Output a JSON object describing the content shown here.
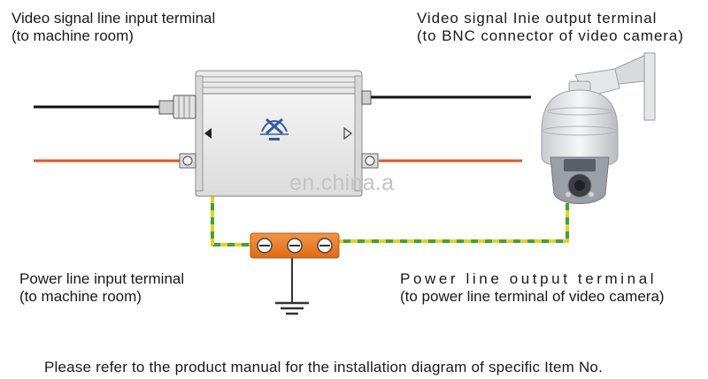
{
  "labels": {
    "video_input": {
      "line1": "Video signal line input terminal",
      "line2": "(to machine room)"
    },
    "video_output": {
      "line1": "Video  signal  Inie  output  terminal",
      "line2": "(to BNC connector of video camera)"
    },
    "power_input": {
      "line1": "Power line input terminal",
      "line2": "(to machine room)"
    },
    "power_output": {
      "line1": "Power  line  output  terminal",
      "line2": "(to power line terminal of video camera)"
    }
  },
  "footer_note": "Please refer to the product manual for the installation diagram of specific Item No.",
  "watermark": "en.china.a",
  "colors": {
    "video_wire": "#111111",
    "power_wire": "#e2561c",
    "ground_wire_yellow": "#e8d21a",
    "ground_wire_green": "#3aa635",
    "terminal_block": "#f07a1e"
  }
}
